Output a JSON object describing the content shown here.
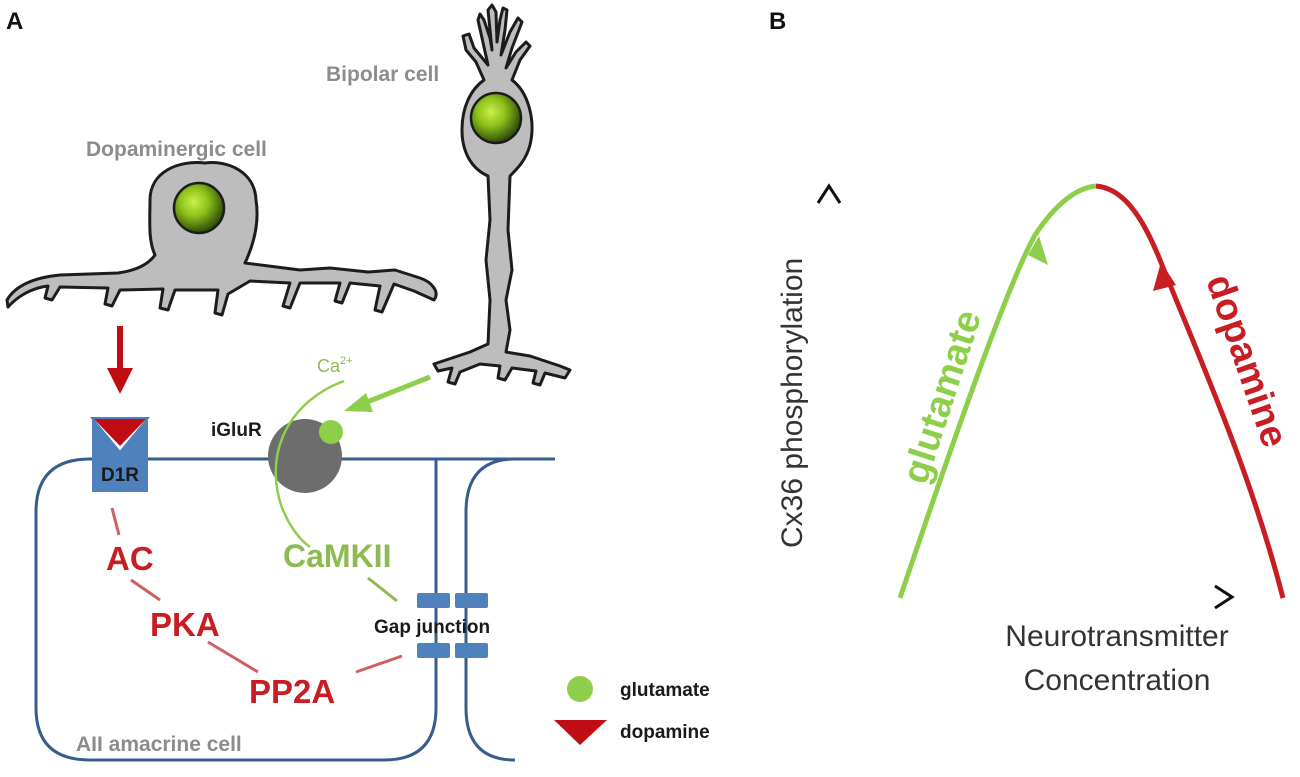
{
  "panel_a": {
    "letter": "A",
    "dopaminergic_cell_label": "Dopaminergic cell",
    "bipolar_cell_label": "Bipolar cell",
    "receptor_label": "D1R",
    "iglur_label": "iGluR",
    "calcium_label": "Ca",
    "calcium_superscript": "2+",
    "ac_label": "AC",
    "pka_label": "PKA",
    "pp2a_label": "PP2A",
    "camkii_label": "CaMKII",
    "gap_junction_label": "Gap junction",
    "amacrine_label": "AII amacrine cell",
    "legend": [
      {
        "label": "glutamate",
        "symbol": "green-circle",
        "color": "#8dcf4a"
      },
      {
        "label": "dopamine",
        "symbol": "red-triangle",
        "color": "#c00d14"
      }
    ]
  },
  "panel_b": {
    "letter": "B",
    "y_axis_label": "Cx36 phosphorylation",
    "x_axis_label_line1": "Neurotransmitter",
    "x_axis_label_line2": "Concentration",
    "glutamate_curve_label": "glutamate",
    "dopamine_curve_label": "dopamine"
  },
  "colors": {
    "membrane": "#365d8e",
    "receptor_blue": "#4f81bd",
    "dopamine_red": "#c00d14",
    "glutamate_green": "#8dcf4a",
    "enzyme_red": "#c81e23",
    "enzyme_green": "#8dbb52",
    "cell_gray": "#bdbdbd",
    "iglur_gray": "#6d6d6d"
  }
}
